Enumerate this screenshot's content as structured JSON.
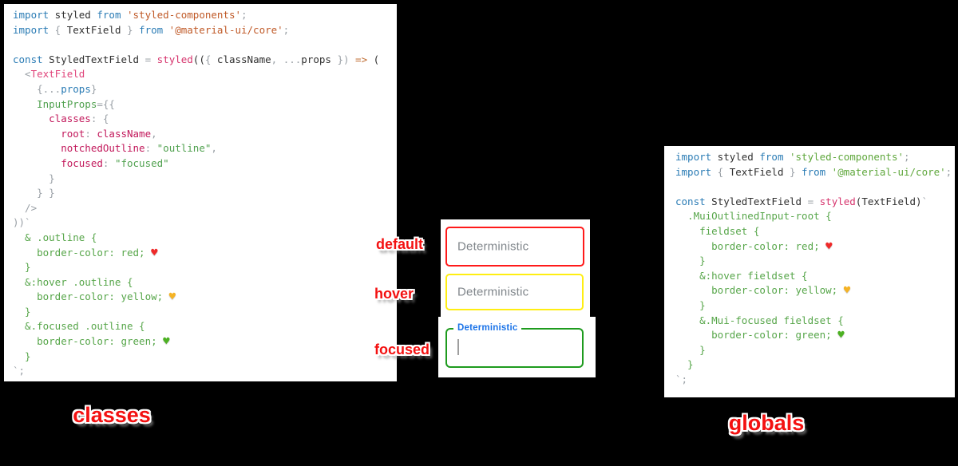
{
  "colors": {
    "bg": "#000000",
    "kw": "#2b7cb5",
    "id": "#2f2f2f",
    "pu": "#9aa0a6",
    "so": "#c05a28",
    "st": "#5fa73c",
    "fn": "#d6336c",
    "cp": "#e0457b",
    "at": "#50a14f",
    "ky": "#c2185b",
    "sv": "#50a14f",
    "cs": "#57a64a",
    "ar": "#bf6b30",
    "pr": "#2b7cb5",
    "heart_red": "#ef2929",
    "heart_yellow": "#f5b324",
    "heart_green": "#4cb122",
    "label_red": "#f31111",
    "field_border_default": "#ff1a1a",
    "field_border_hover": "#ffee12",
    "field_border_focused": "#1e9b1e",
    "focused_label_blue": "#1a73e8",
    "field_text_gray": "#80868b"
  },
  "states": [
    {
      "label": "default",
      "field_text": "Deterministic"
    },
    {
      "label": "hover",
      "field_text": "Deterministic"
    },
    {
      "label": "focused",
      "field_label": "Deterministic"
    }
  ],
  "panels": {
    "classes_code": {
      "title_label": "classes",
      "lines": [
        [
          [
            "kw",
            "import"
          ],
          [
            "id",
            " styled "
          ],
          [
            "kw",
            "from"
          ],
          [
            "so",
            " 'styled-components'"
          ],
          [
            "pu",
            ";"
          ]
        ],
        [
          [
            "kw",
            "import"
          ],
          [
            "pu",
            " { "
          ],
          [
            "id",
            "TextField"
          ],
          [
            "pu",
            " } "
          ],
          [
            "kw",
            "from"
          ],
          [
            "so",
            " '@material-ui/core'"
          ],
          [
            "pu",
            ";"
          ]
        ],
        [],
        [
          [
            "kw",
            "const"
          ],
          [
            "id",
            " StyledTextField "
          ],
          [
            "pu",
            "= "
          ],
          [
            "fn",
            "styled"
          ],
          [
            "id",
            "(("
          ],
          [
            "pu",
            "{ "
          ],
          [
            "id",
            "className"
          ],
          [
            "pu",
            ", ..."
          ],
          [
            "id",
            "props"
          ],
          [
            "pu",
            " })"
          ],
          [
            "ar",
            " =>"
          ],
          [
            "id",
            " ("
          ]
        ],
        [
          [
            "pu",
            "  <"
          ],
          [
            "cp",
            "TextField"
          ]
        ],
        [
          [
            "pu",
            "    {..."
          ],
          [
            "pr",
            "props"
          ],
          [
            "pu",
            "}"
          ]
        ],
        [
          [
            "at",
            "    InputProps"
          ],
          [
            "pu",
            "={{"
          ]
        ],
        [
          [
            "ky",
            "      classes"
          ],
          [
            "pu",
            ": {"
          ]
        ],
        [
          [
            "ky",
            "        root"
          ],
          [
            "pu",
            ": "
          ],
          [
            "ky",
            "className"
          ],
          [
            "pu",
            ","
          ]
        ],
        [
          [
            "ky",
            "        notchedOutline"
          ],
          [
            "pu",
            ": "
          ],
          [
            "sv",
            "\"outline\""
          ],
          [
            "pu",
            ","
          ]
        ],
        [
          [
            "ky",
            "        focused"
          ],
          [
            "pu",
            ": "
          ],
          [
            "sv",
            "\"focused\""
          ]
        ],
        [
          [
            "pu",
            "      }"
          ]
        ],
        [
          [
            "pu",
            "    } }"
          ]
        ],
        [
          [
            "pu",
            "  />"
          ]
        ],
        [
          [
            "pu",
            "))`"
          ]
        ],
        [
          [
            "cs",
            "  & .outline {"
          ]
        ],
        [
          [
            "cs",
            "    border-color: red; "
          ],
          [
            "hr",
            "♥"
          ]
        ],
        [
          [
            "cs",
            "  }"
          ]
        ],
        [
          [
            "cs",
            "  &:hover .outline {"
          ]
        ],
        [
          [
            "cs",
            "    border-color: yellow; "
          ],
          [
            "hy",
            "♥"
          ]
        ],
        [
          [
            "cs",
            "  }"
          ]
        ],
        [
          [
            "cs",
            "  &.focused .outline {"
          ]
        ],
        [
          [
            "cs",
            "    border-color: green; "
          ],
          [
            "hg",
            "♥"
          ]
        ],
        [
          [
            "cs",
            "  }"
          ]
        ],
        [
          [
            "pu",
            "`;"
          ]
        ]
      ]
    },
    "globals_code": {
      "title_label": "globals",
      "lines": [
        [
          [
            "kw",
            "import"
          ],
          [
            "id",
            " styled "
          ],
          [
            "kw",
            "from"
          ],
          [
            "st",
            " 'styled-components'"
          ],
          [
            "pu",
            ";"
          ]
        ],
        [
          [
            "kw",
            "import"
          ],
          [
            "pu",
            " { "
          ],
          [
            "id",
            "TextField"
          ],
          [
            "pu",
            " } "
          ],
          [
            "kw",
            "from"
          ],
          [
            "st",
            " '@material-ui/core'"
          ],
          [
            "pu",
            ";"
          ]
        ],
        [],
        [
          [
            "kw",
            "const"
          ],
          [
            "id",
            " StyledTextField "
          ],
          [
            "pu",
            "= "
          ],
          [
            "fn",
            "styled"
          ],
          [
            "id",
            "(TextField)"
          ],
          [
            "pu",
            "`"
          ]
        ],
        [
          [
            "cs",
            "  .MuiOutlinedInput-root {"
          ]
        ],
        [
          [
            "cs",
            "    fieldset {"
          ]
        ],
        [
          [
            "cs",
            "      border-color: red; "
          ],
          [
            "hr",
            "♥"
          ]
        ],
        [
          [
            "cs",
            "    }"
          ]
        ],
        [
          [
            "cs",
            "    &:hover fieldset {"
          ]
        ],
        [
          [
            "cs",
            "      border-color: yellow; "
          ],
          [
            "hy",
            "♥"
          ]
        ],
        [
          [
            "cs",
            "    }"
          ]
        ],
        [
          [
            "cs",
            "    &.Mui-focused fieldset {"
          ]
        ],
        [
          [
            "cs",
            "      border-color: green; "
          ],
          [
            "hg",
            "♥"
          ]
        ],
        [
          [
            "cs",
            "    }"
          ]
        ],
        [
          [
            "cs",
            "  }"
          ]
        ],
        [
          [
            "pu",
            "`;"
          ]
        ]
      ]
    }
  }
}
